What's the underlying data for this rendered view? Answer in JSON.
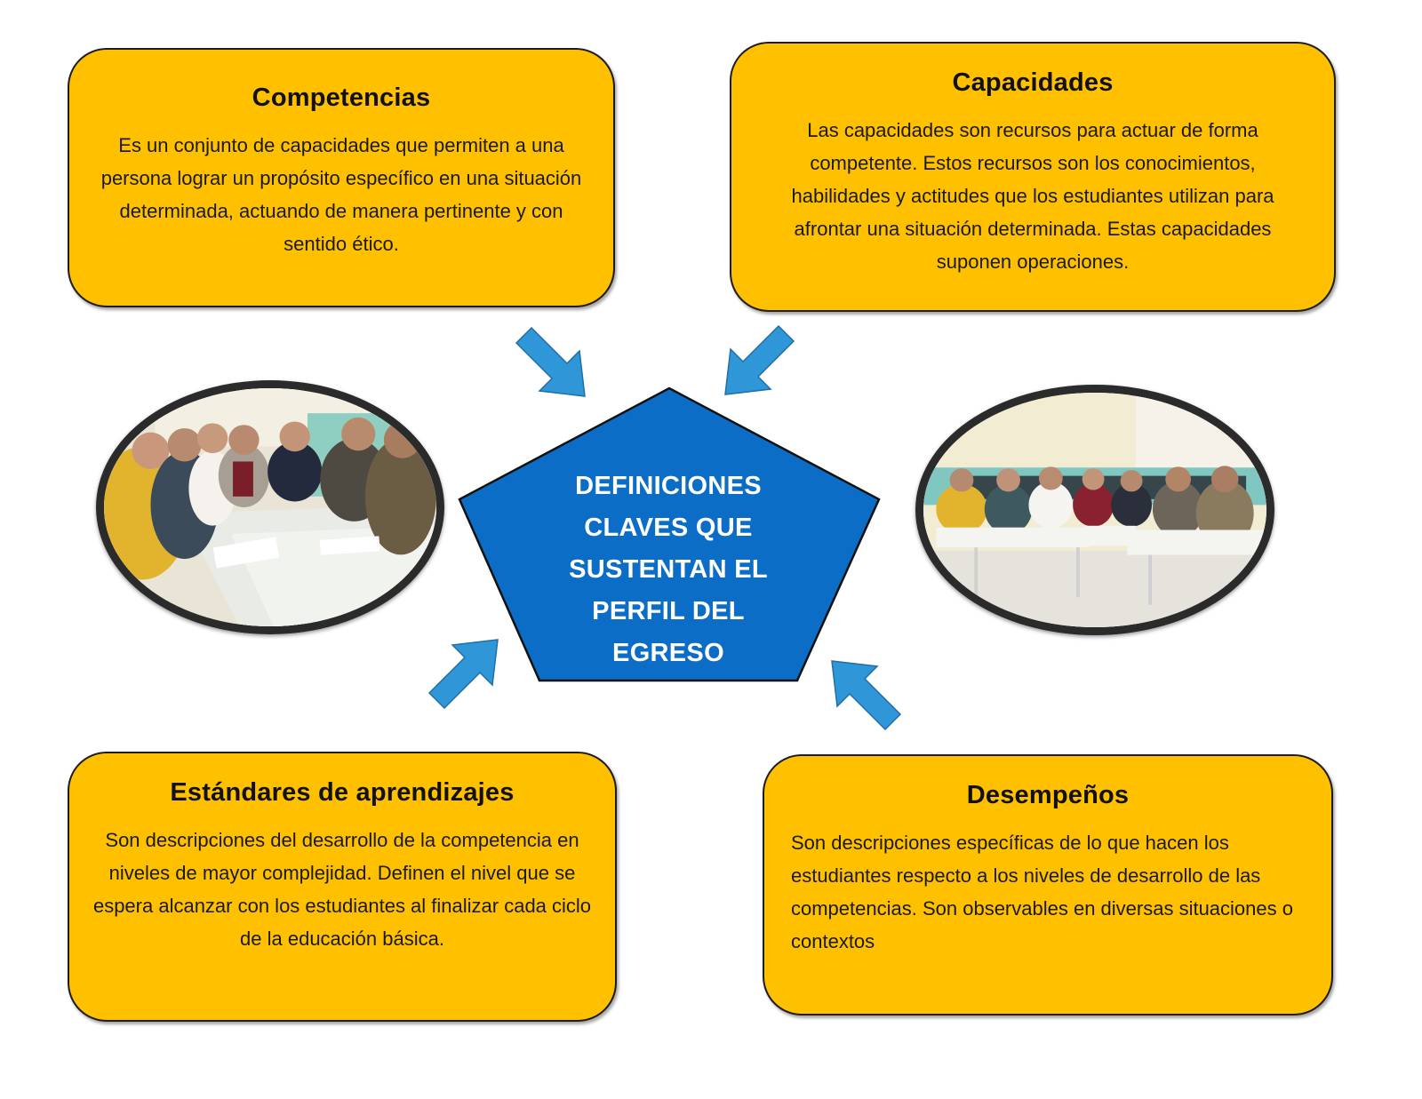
{
  "center": {
    "lines": [
      "DEFINICIONES",
      "CLAVES QUE",
      "SUSTENTAN EL",
      "PERFIL DEL",
      "EGRESO"
    ],
    "fill_color": "#0b6dc5"
  },
  "cards": [
    {
      "title": "Competencias",
      "text": "Es un conjunto de capacidades que permiten a una persona lograr un propósito específico en una situación determinada, actuando de manera pertinente y con sentido ético."
    },
    {
      "title": "Capacidades",
      "text": "Las capacidades son recursos para actuar de forma competente. Estos recursos son los conocimientos, habilidades y actitudes que los estudiantes utilizan para afrontar una situación determinada. Estas capacidades suponen operaciones."
    },
    {
      "title": "Estándares de aprendizajes",
      "text": "Son descripciones del desarrollo de la competencia en niveles de mayor complejidad. Definen el nivel que se espera alcanzar con los estudiantes al finalizar cada ciclo de la educación básica."
    },
    {
      "title": "Desempeños",
      "text": "Son descripciones específicas de lo que hacen los estudiantes respecto a los niveles de desarrollo de las competencias. Son observables en diversas situaciones o contextos"
    }
  ],
  "colors": {
    "card_fill": "#ffc000",
    "arrow_fill": "#2f97d8",
    "center_fill": "#0b6dc5"
  },
  "photos": [
    {
      "description": "teachers-meeting-around-table"
    },
    {
      "description": "teachers-seated-at-u-shaped-tables"
    }
  ]
}
